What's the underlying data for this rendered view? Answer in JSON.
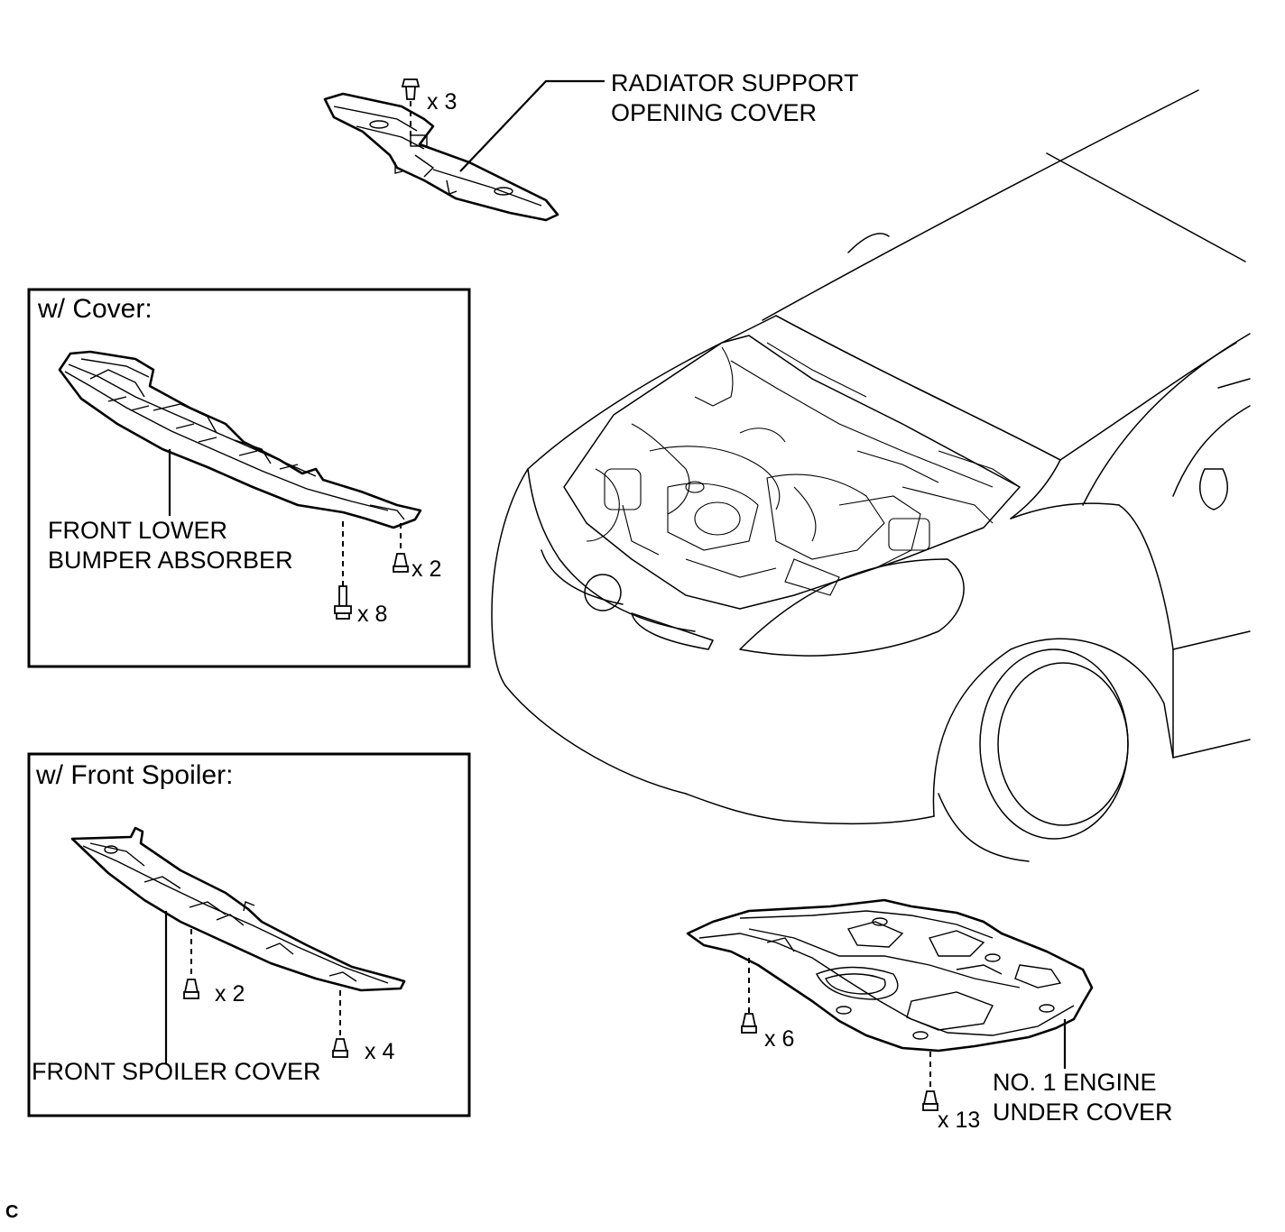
{
  "labels": {
    "radiator_cover_line1": "RADIATOR SUPPORT",
    "radiator_cover_line2": "OPENING COVER",
    "radiator_cover_qty": "x 3",
    "absorber_line1": "FRONT LOWER",
    "absorber_line2": "BUMPER ABSORBER",
    "absorber_qty_a": "x 2",
    "absorber_qty_b": "x 8",
    "spoiler_cover": "FRONT SPOILER COVER",
    "spoiler_qty_a": "x 2",
    "spoiler_qty_b": "x 4",
    "engine_cover_line1": "NO. 1 ENGINE",
    "engine_cover_line2": "UNDER COVER",
    "engine_qty_a": "x 6",
    "engine_qty_b": "x 13",
    "corner_code": "C"
  },
  "panels": {
    "cover": "w/ Cover:",
    "front_spoiler": "w/ Front Spoiler:"
  }
}
